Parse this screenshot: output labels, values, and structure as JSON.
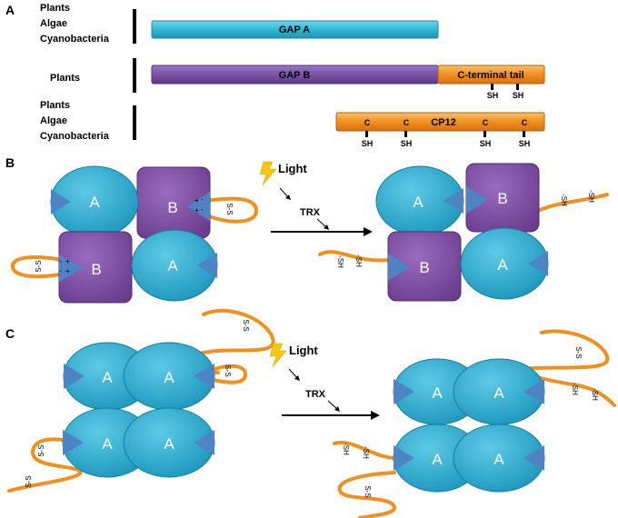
{
  "panels": {
    "a": "A",
    "b": "B",
    "c": "C"
  },
  "panel_a": {
    "row1_organisms": [
      "Plants",
      "Algae",
      "Cyanobacteria"
    ],
    "row2_organisms": [
      "Plants"
    ],
    "row3_organisms": [
      "Plants",
      "Algae",
      "Cyanobacteria"
    ],
    "gap_a": "GAP A",
    "gap_b": "GAP B",
    "c_tail": "C-terminal tail",
    "cp12": "CP12",
    "sh": "SH",
    "c": "C"
  },
  "subunits": {
    "a": "A",
    "b": "B"
  },
  "labels": {
    "light": "Light",
    "trx": "TRX",
    "ss": "S-S",
    "sh": "-SH",
    "plus": "+",
    "minus": "-"
  },
  "colors": {
    "gap_a": "#2fb8d6",
    "gap_b": "#7a52a6",
    "tail": "#f0901e",
    "subunit_a": "#2aaed3",
    "subunit_b": "#7a4a9c",
    "pocket": "#4e84c4",
    "bolt": "#f7c513"
  }
}
